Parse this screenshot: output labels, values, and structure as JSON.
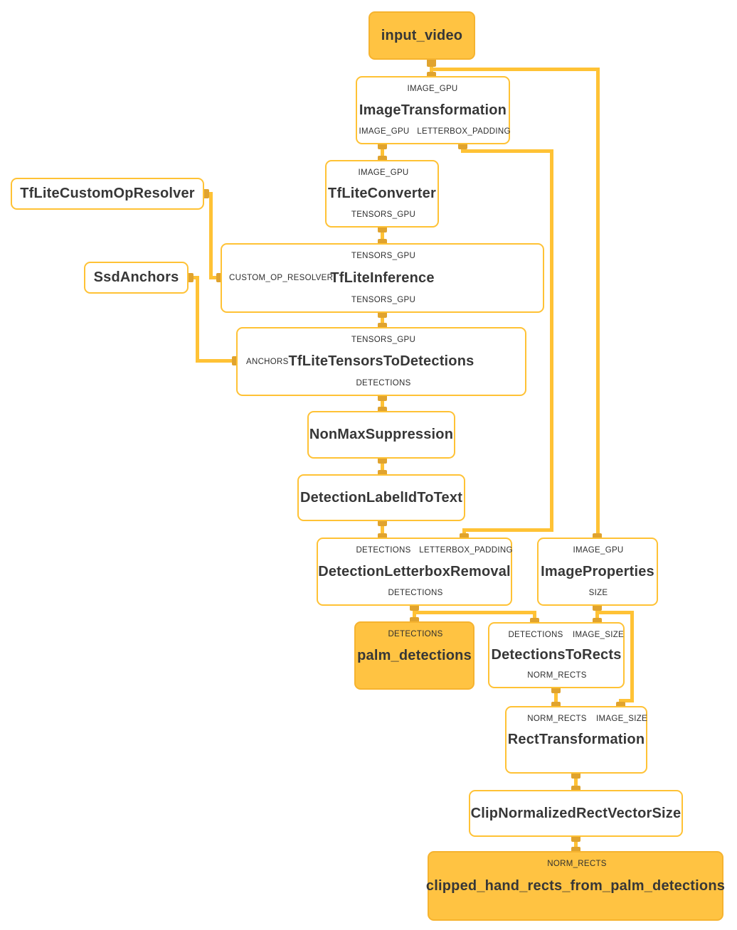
{
  "colors": {
    "edge": "#FFC235",
    "port_connector": "#E0A32E",
    "stream_node_fill": "#FFC342",
    "stream_node_border": "#F6B32F",
    "node_background": "#FFFFFF",
    "text": "#373737"
  },
  "nodes": {
    "input_video": {
      "title": "input_video"
    },
    "image_transformation": {
      "title": "ImageTransformation",
      "in_image_gpu": "IMAGE_GPU",
      "out_image_gpu": "IMAGE_GPU",
      "out_letterbox_padding": "LETTERBOX_PADDING"
    },
    "tflite_converter": {
      "title": "TfLiteConverter",
      "in_image_gpu": "IMAGE_GPU",
      "out_tensors_gpu": "TENSORS_GPU"
    },
    "tflite_custom_op_resolver": {
      "title": "TfLiteCustomOpResolver"
    },
    "ssd_anchors": {
      "title": "SsdAnchors"
    },
    "tflite_inference": {
      "title": "TfLiteInference",
      "in_tensors_gpu": "TENSORS_GPU",
      "in_custom_op_resolver": "CUSTOM_OP_RESOLVER",
      "out_tensors_gpu": "TENSORS_GPU"
    },
    "tflite_tensors_to_detections": {
      "title": "TfLiteTensorsToDetections",
      "in_tensors_gpu": "TENSORS_GPU",
      "in_anchors": "ANCHORS",
      "out_detections": "DETECTIONS"
    },
    "non_max_suppression": {
      "title": "NonMaxSuppression"
    },
    "detection_label_id_to_text": {
      "title": "DetectionLabelIdToText"
    },
    "detection_letterbox_removal": {
      "title": "DetectionLetterboxRemoval",
      "in_detections": "DETECTIONS",
      "in_letterbox_padding": "LETTERBOX_PADDING",
      "out_detections": "DETECTIONS"
    },
    "image_properties": {
      "title": "ImageProperties",
      "in_image_gpu": "IMAGE_GPU",
      "out_size": "SIZE"
    },
    "palm_detections": {
      "title": "palm_detections",
      "in_detections": "DETECTIONS"
    },
    "detections_to_rects": {
      "title": "DetectionsToRects",
      "in_detections": "DETECTIONS",
      "in_image_size": "IMAGE_SIZE",
      "out_norm_rects": "NORM_RECTS"
    },
    "rect_transformation": {
      "title": "RectTransformation",
      "in_norm_rects": "NORM_RECTS",
      "in_image_size": "IMAGE_SIZE"
    },
    "clip_normalized_rect_vector_size": {
      "title": "ClipNormalizedRectVectorSize"
    },
    "clipped_hand_rects": {
      "title": "clipped_hand_rects_from_palm_detections",
      "in_norm_rects": "NORM_RECTS"
    }
  }
}
